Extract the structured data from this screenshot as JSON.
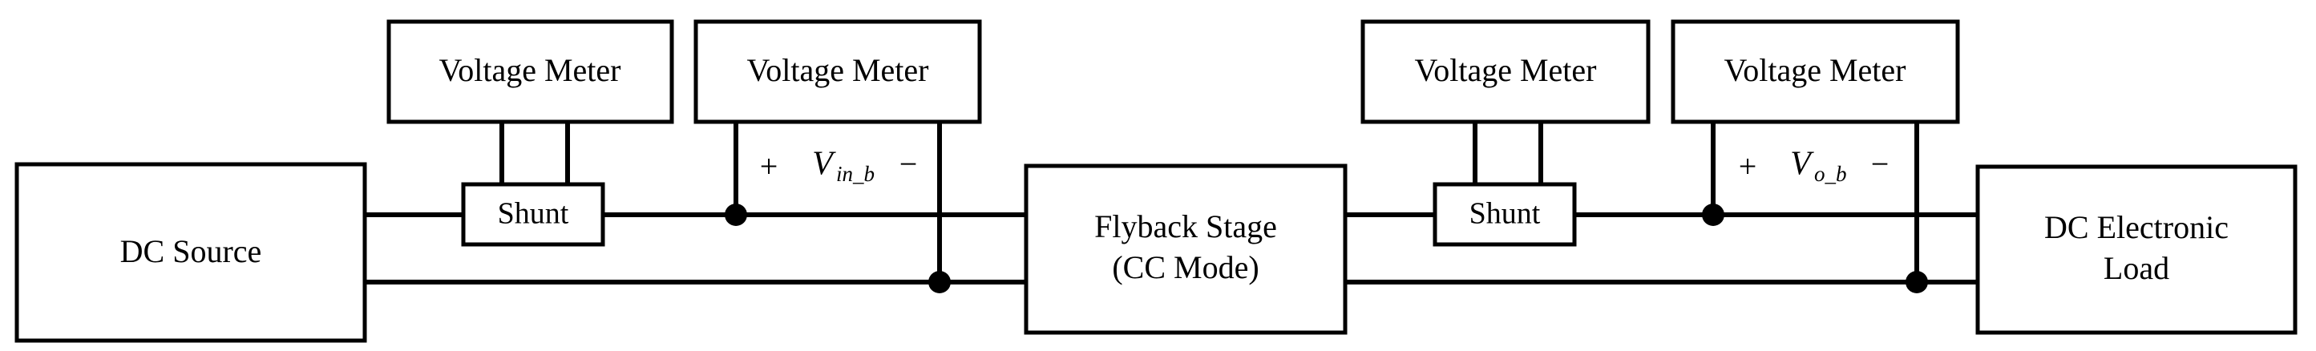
{
  "diagram": {
    "title": "Flyback converter test setup block diagram",
    "stroke_color": "#000000",
    "background_color": "#ffffff",
    "blocks": {
      "dc_source": {
        "label": "DC Source"
      },
      "voltage_meter_1": {
        "label": "Voltage Meter"
      },
      "voltage_meter_2": {
        "label": "Voltage Meter"
      },
      "voltage_meter_3": {
        "label": "Voltage Meter"
      },
      "voltage_meter_4": {
        "label": "Voltage Meter"
      },
      "shunt_1": {
        "label": "Shunt"
      },
      "shunt_2": {
        "label": "Shunt"
      },
      "flyback_stage": {
        "label_line_1": "Flyback Stage",
        "label_line_2": "(CC Mode)"
      },
      "dc_electronic_load": {
        "label_line_1": "DC Electronic",
        "label_line_2": "Load"
      }
    },
    "measurements": {
      "input_voltage": {
        "plus_sign": "+",
        "symbol": "V",
        "subscript": "in_b",
        "minus_sign": "−"
      },
      "output_voltage": {
        "plus_sign": "+",
        "symbol": "V",
        "subscript": "o_b",
        "minus_sign": "−"
      }
    }
  }
}
